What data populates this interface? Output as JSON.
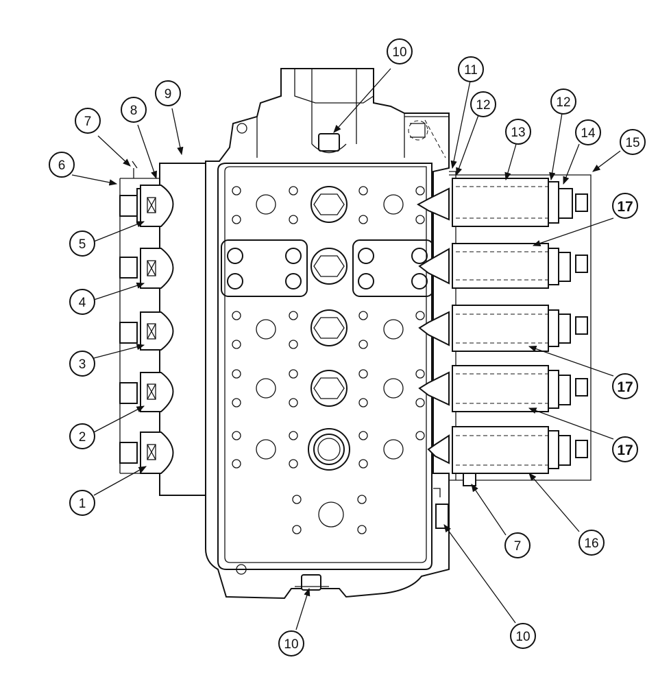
{
  "callouts": {
    "c1": "1",
    "c2": "2",
    "c3": "3",
    "c4": "4",
    "c5": "5",
    "c6": "6",
    "c7a": "7",
    "c7b": "7",
    "c8": "8",
    "c9": "9",
    "c10a": "10",
    "c10b": "10",
    "c10c": "10",
    "c11": "11",
    "c12a": "12",
    "c12b": "12",
    "c13": "13",
    "c14": "14",
    "c15": "15",
    "c16": "16",
    "c17a": "17",
    "c17b": "17",
    "c17c": "17"
  }
}
